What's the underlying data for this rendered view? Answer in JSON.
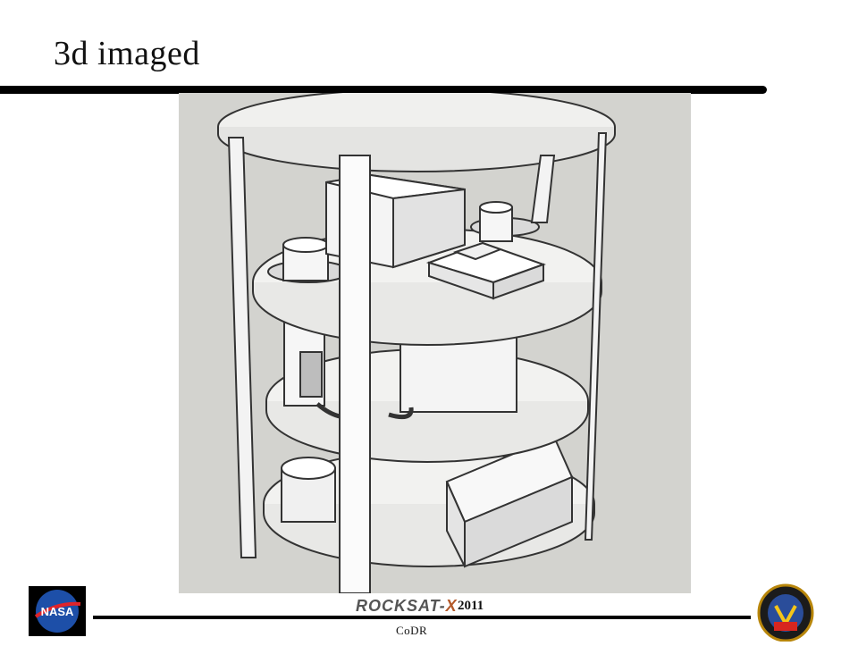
{
  "slide": {
    "title": "3d imaged",
    "footer": {
      "logo_text_main": "ROCKSAT-",
      "logo_text_x": "X",
      "year": "2011",
      "label": "CoDR"
    }
  },
  "logos": {
    "left": "nasa-logo",
    "center": "rocksat-x-logo",
    "right": "wff-logo"
  },
  "colors": {
    "rule": "#000000",
    "render_background": "#d3d3cf",
    "logo_accent": "#b3592a"
  }
}
